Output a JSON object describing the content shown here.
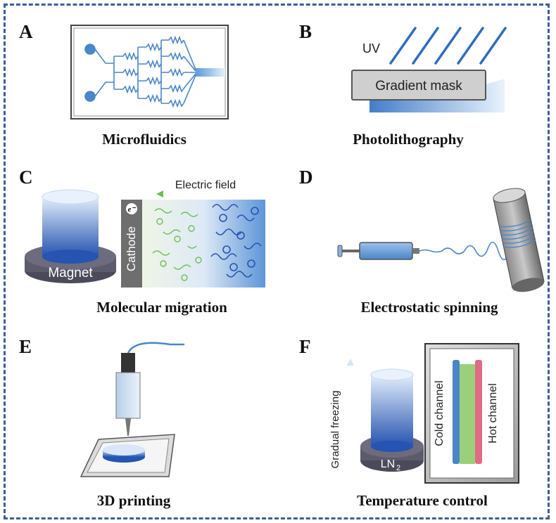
{
  "panels": [
    {
      "letter": "A",
      "caption": "Microfluidics"
    },
    {
      "letter": "B",
      "caption": "Photolithography",
      "uv_label": "UV",
      "mask_label": "Gradient mask"
    },
    {
      "letter": "C",
      "caption": "Molecular migration",
      "magnet_label": "Magnet",
      "cathode_label": "Cathode",
      "field_label": "Electric field",
      "electron_label": "e⁻"
    },
    {
      "letter": "D",
      "caption": "Electrostatic spinning"
    },
    {
      "letter": "E",
      "caption": "3D printing"
    },
    {
      "letter": "F",
      "caption": "Temperature control",
      "freezing_label": "Gradual freezing",
      "ln2_label": "LN",
      "ln2_sub": "2",
      "cold_label": "Cold channel",
      "hot_label": "Hot channel"
    }
  ],
  "colors": {
    "border": "#3d5f9a",
    "blue": "#4a86c8",
    "green": "#6dbf55",
    "pink": "#e06b84",
    "grey": "#6e6e6e"
  }
}
